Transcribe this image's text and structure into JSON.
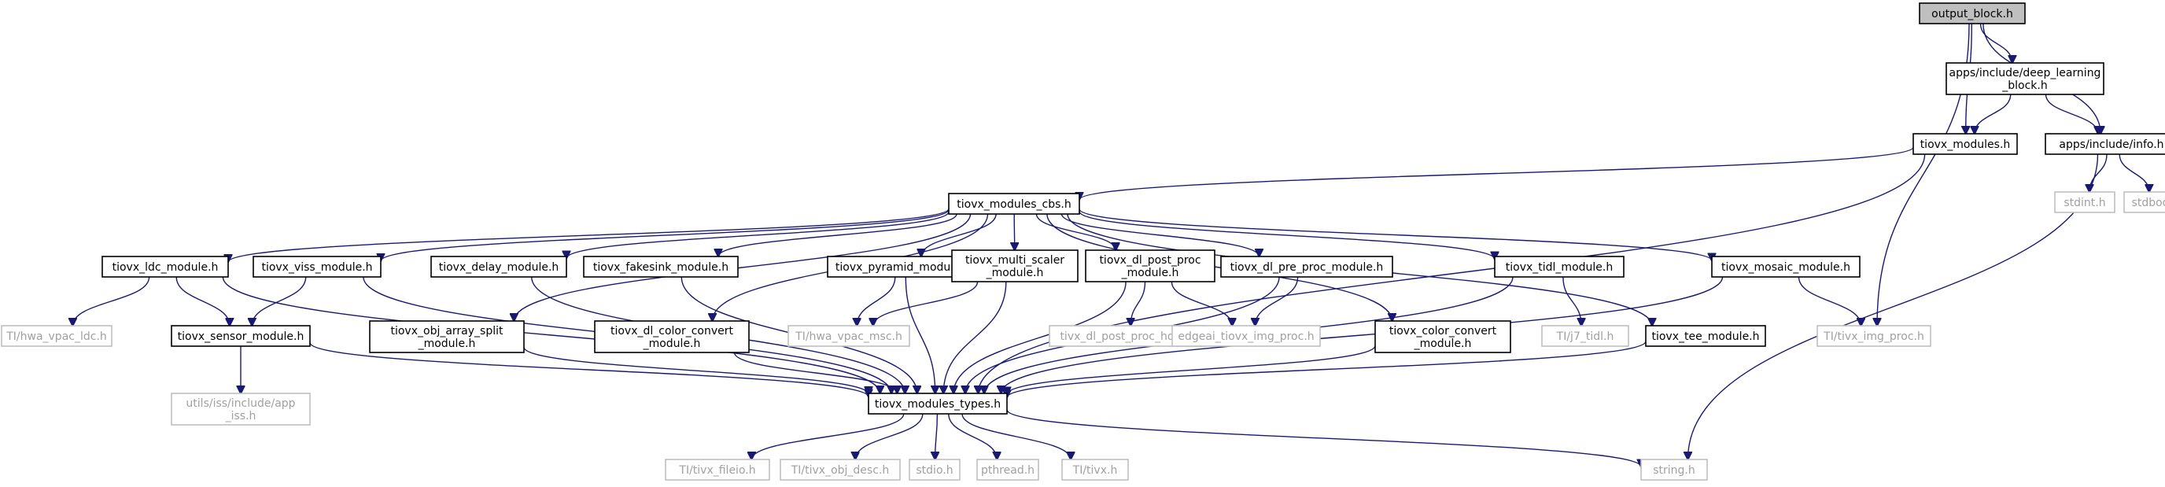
{
  "diagram": {
    "colors": {
      "edge": "#191970",
      "root_fill": "#bfbfbf",
      "external_border": "#bfbfbf",
      "external_text": "#a0a0a0",
      "node_border": "#000000"
    },
    "nodes": [
      {
        "id": "output_block",
        "lines": [
          "output_block.h"
        ],
        "kind": "root"
      },
      {
        "id": "deep_learning_block",
        "lines": [
          "apps/include/deep_learning",
          "_block.h"
        ],
        "kind": "normal"
      },
      {
        "id": "tiovx_modules",
        "lines": [
          "tiovx_modules.h"
        ],
        "kind": "normal"
      },
      {
        "id": "info",
        "lines": [
          "apps/include/info.h"
        ],
        "kind": "normal"
      },
      {
        "id": "tiovx_modules_cbs",
        "lines": [
          "tiovx_modules_cbs.h"
        ],
        "kind": "normal"
      },
      {
        "id": "stdint",
        "lines": [
          "stdint.h"
        ],
        "kind": "external"
      },
      {
        "id": "stdbool",
        "lines": [
          "stdbool.h"
        ],
        "kind": "external"
      },
      {
        "id": "ldc_module",
        "lines": [
          "tiovx_ldc_module.h"
        ],
        "kind": "normal"
      },
      {
        "id": "viss_module",
        "lines": [
          "tiovx_viss_module.h"
        ],
        "kind": "normal"
      },
      {
        "id": "obj_array_split",
        "lines": [
          "tiovx_obj_array_split",
          "_module.h"
        ],
        "kind": "normal"
      },
      {
        "id": "delay_module",
        "lines": [
          "tiovx_delay_module.h"
        ],
        "kind": "normal"
      },
      {
        "id": "fakesink_module",
        "lines": [
          "tiovx_fakesink_module.h"
        ],
        "kind": "normal"
      },
      {
        "id": "dl_color_convert",
        "lines": [
          "tiovx_dl_color_convert",
          "_module.h"
        ],
        "kind": "normal"
      },
      {
        "id": "pyramid_module",
        "lines": [
          "tiovx_pyramid_module.h"
        ],
        "kind": "normal"
      },
      {
        "id": "multi_scaler",
        "lines": [
          "tiovx_multi_scaler",
          "_module.h"
        ],
        "kind": "normal"
      },
      {
        "id": "dl_post_proc",
        "lines": [
          "tiovx_dl_post_proc",
          "_module.h"
        ],
        "kind": "normal"
      },
      {
        "id": "dl_pre_proc",
        "lines": [
          "tiovx_dl_pre_proc_module.h"
        ],
        "kind": "normal"
      },
      {
        "id": "color_convert",
        "lines": [
          "tiovx_color_convert",
          "_module.h"
        ],
        "kind": "normal"
      },
      {
        "id": "tidl_module",
        "lines": [
          "tiovx_tidl_module.h"
        ],
        "kind": "normal"
      },
      {
        "id": "tee_module",
        "lines": [
          "tiovx_tee_module.h"
        ],
        "kind": "normal"
      },
      {
        "id": "mosaic_module",
        "lines": [
          "tiovx_mosaic_module.h"
        ],
        "kind": "normal"
      },
      {
        "id": "hwa_vpac_ldc",
        "lines": [
          "TI/hwa_vpac_ldc.h"
        ],
        "kind": "external"
      },
      {
        "id": "sensor_module",
        "lines": [
          "tiovx_sensor_module.h"
        ],
        "kind": "normal"
      },
      {
        "id": "hwa_vpac_msc",
        "lines": [
          "TI/hwa_vpac_msc.h"
        ],
        "kind": "external"
      },
      {
        "id": "dl_post_proc_host",
        "lines": [
          "tivx_dl_post_proc_host.h"
        ],
        "kind": "external"
      },
      {
        "id": "edgeai_img_proc",
        "lines": [
          "edgeai_tiovx_img_proc.h"
        ],
        "kind": "external"
      },
      {
        "id": "j7_tidl",
        "lines": [
          "TI/j7_tidl.h"
        ],
        "kind": "external"
      },
      {
        "id": "tivx_img_proc",
        "lines": [
          "TI/tivx_img_proc.h"
        ],
        "kind": "external"
      },
      {
        "id": "app_iss",
        "lines": [
          "utils/iss/include/app",
          "_iss.h"
        ],
        "kind": "external"
      },
      {
        "id": "tiovx_modules_types",
        "lines": [
          "tiovx_modules_types.h"
        ],
        "kind": "normal"
      },
      {
        "id": "tivx_fileio",
        "lines": [
          "TI/tivx_fileio.h"
        ],
        "kind": "external"
      },
      {
        "id": "tivx_obj_desc",
        "lines": [
          "TI/tivx_obj_desc.h"
        ],
        "kind": "external"
      },
      {
        "id": "stdio",
        "lines": [
          "stdio.h"
        ],
        "kind": "external"
      },
      {
        "id": "pthread",
        "lines": [
          "pthread.h"
        ],
        "kind": "external"
      },
      {
        "id": "tivx",
        "lines": [
          "TI/tivx.h"
        ],
        "kind": "external"
      },
      {
        "id": "string",
        "lines": [
          "string.h"
        ],
        "kind": "external"
      }
    ],
    "edges": [
      [
        "output_block",
        "deep_learning_block"
      ],
      [
        "output_block",
        "tiovx_modules"
      ],
      [
        "output_block",
        "info"
      ],
      [
        "output_block",
        "tivx_img_proc"
      ],
      [
        "deep_learning_block",
        "tiovx_modules"
      ],
      [
        "deep_learning_block",
        "info"
      ],
      [
        "tiovx_modules",
        "tiovx_modules_cbs"
      ],
      [
        "tiovx_modules",
        "tiovx_modules_types"
      ],
      [
        "info",
        "stdint"
      ],
      [
        "info",
        "stdbool"
      ],
      [
        "info",
        "string"
      ],
      [
        "tiovx_modules_cbs",
        "ldc_module"
      ],
      [
        "tiovx_modules_cbs",
        "viss_module"
      ],
      [
        "tiovx_modules_cbs",
        "obj_array_split"
      ],
      [
        "tiovx_modules_cbs",
        "delay_module"
      ],
      [
        "tiovx_modules_cbs",
        "fakesink_module"
      ],
      [
        "tiovx_modules_cbs",
        "dl_color_convert"
      ],
      [
        "tiovx_modules_cbs",
        "pyramid_module"
      ],
      [
        "tiovx_modules_cbs",
        "multi_scaler"
      ],
      [
        "tiovx_modules_cbs",
        "dl_post_proc"
      ],
      [
        "tiovx_modules_cbs",
        "dl_pre_proc"
      ],
      [
        "tiovx_modules_cbs",
        "color_convert"
      ],
      [
        "tiovx_modules_cbs",
        "tidl_module"
      ],
      [
        "tiovx_modules_cbs",
        "tee_module"
      ],
      [
        "tiovx_modules_cbs",
        "mosaic_module"
      ],
      [
        "ldc_module",
        "hwa_vpac_ldc"
      ],
      [
        "ldc_module",
        "sensor_module"
      ],
      [
        "ldc_module",
        "tiovx_modules_types"
      ],
      [
        "viss_module",
        "sensor_module"
      ],
      [
        "viss_module",
        "tiovx_modules_types"
      ],
      [
        "sensor_module",
        "app_iss"
      ],
      [
        "sensor_module",
        "tiovx_modules_types"
      ],
      [
        "obj_array_split",
        "tiovx_modules_types"
      ],
      [
        "delay_module",
        "tiovx_modules_types"
      ],
      [
        "fakesink_module",
        "tiovx_modules_types"
      ],
      [
        "dl_color_convert",
        "tiovx_modules_types"
      ],
      [
        "pyramid_module",
        "hwa_vpac_msc"
      ],
      [
        "pyramid_module",
        "tiovx_modules_types"
      ],
      [
        "multi_scaler",
        "hwa_vpac_msc"
      ],
      [
        "multi_scaler",
        "tiovx_modules_types"
      ],
      [
        "dl_post_proc",
        "dl_post_proc_host"
      ],
      [
        "dl_post_proc",
        "edgeai_img_proc"
      ],
      [
        "dl_post_proc",
        "tiovx_modules_types"
      ],
      [
        "dl_pre_proc",
        "edgeai_img_proc"
      ],
      [
        "dl_pre_proc",
        "tiovx_modules_types"
      ],
      [
        "color_convert",
        "tiovx_modules_types"
      ],
      [
        "tidl_module",
        "j7_tidl"
      ],
      [
        "tidl_module",
        "tiovx_modules_types"
      ],
      [
        "tee_module",
        "tiovx_modules_types"
      ],
      [
        "mosaic_module",
        "tivx_img_proc"
      ],
      [
        "mosaic_module",
        "tiovx_modules_types"
      ],
      [
        "tiovx_modules_types",
        "tivx_fileio"
      ],
      [
        "tiovx_modules_types",
        "tivx_obj_desc"
      ],
      [
        "tiovx_modules_types",
        "stdio"
      ],
      [
        "tiovx_modules_types",
        "pthread"
      ],
      [
        "tiovx_modules_types",
        "tivx"
      ],
      [
        "tiovx_modules_types",
        "string"
      ]
    ]
  }
}
